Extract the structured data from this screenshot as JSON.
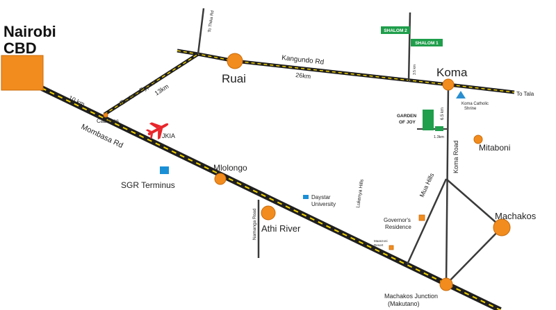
{
  "colors": {
    "road_main": "#1f1f1f",
    "road_dash": "#f2d200",
    "road_thin": "#3a3a3a",
    "town": "#f28c1e",
    "town_stroke": "#c96a08",
    "green": "#1f9e4b",
    "blue_marker": "#1a8fd6",
    "triangle": "#2a8fd0",
    "airplane": "#e8262b"
  },
  "places": {
    "nairobi": {
      "line1": "Nairobi",
      "line2": "CBD"
    },
    "ruai": "Ruai",
    "koma": "Koma",
    "mlolongo": "Mlolongo",
    "athi_river": "Athi River",
    "machakos": "Machakos",
    "mitaboni": "Mitaboni",
    "machakos_junction": {
      "line1": "Machakos Junction",
      "line2": "(Makutano)"
    },
    "cabanas": "Cabanas",
    "jkia": "JKIA",
    "sgr": "SGR Terminus",
    "daystar": {
      "line1": "Daystar",
      "line2": "University"
    },
    "governors": {
      "line1": "Governor's",
      "line2": "Residence"
    },
    "maanzoni": {
      "line1": "Maanzoni",
      "line2": "Resort"
    },
    "koma_shrine": {
      "line1": "Koma Catholic",
      "line2": "Shrine"
    },
    "garden": {
      "line1": "GARDEN",
      "line2": "OF JOY"
    }
  },
  "roads": {
    "kangundo": "Kangundo Rd",
    "kangundo_dist": "26km",
    "eastern_bypass": "Eastern Bypass",
    "bypass_dist": "13km",
    "mombasa": "Mombasa Rd",
    "cbd_dist": "10 km",
    "thika": "To Thika Rd",
    "tala": "To Tala",
    "koma_road": "Koma Road",
    "mua_hills": "Mua Hills",
    "lukenya": "Lukenya Hills",
    "namanga": "Namanga Road",
    "dist_35": "3.5 km",
    "dist_65": "6.5 km",
    "dist_13": "1.3km"
  },
  "signs": {
    "shalom2": "SHALOM 2",
    "shalom1": "SHALOM 1"
  }
}
